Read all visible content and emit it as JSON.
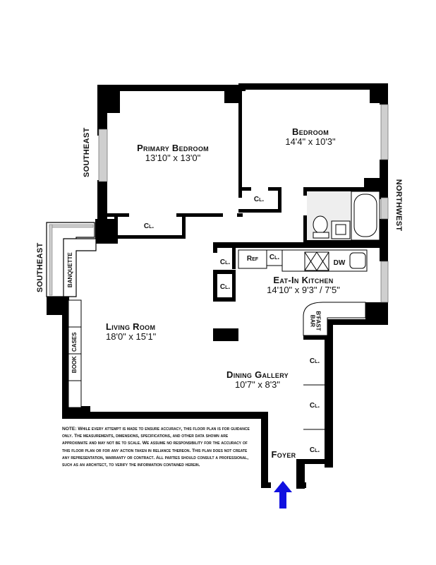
{
  "rooms": {
    "primary_bedroom": {
      "name": "Primary Bedroom",
      "dims": "13'10\"  x  13'0\""
    },
    "bedroom": {
      "name": "Bedroom",
      "dims": "14'4\"  x  10'3\""
    },
    "eat_in_kitchen": {
      "name": "Eat-In  Kitchen",
      "dims": "14'10\"  x  9'3\"  /  7'5\""
    },
    "living_room": {
      "name": "Living Room",
      "dims": "18'0\"  x  15'1\""
    },
    "dining_gallery": {
      "name": "Dining Gallery",
      "dims": "10'7\"  x  8'3\""
    },
    "foyer": {
      "name": "Foyer"
    }
  },
  "fixtures": {
    "closet_label": "Cl.",
    "ref": "Ref",
    "dw": "DW",
    "bfast_bar_1": "B'FAST",
    "bfast_bar_2": "BAR",
    "banquette": "BANQUETTE",
    "book": "BOOK",
    "cases": "CASES"
  },
  "orientation": {
    "southeast_upper": "SOUTHEAST",
    "southeast_lower": "SOUTHEAST",
    "northwest": "NORTHWEST"
  },
  "note": "NOTE: While every attempt is made to ensure accuracy, this floor plan is for guidance only. The measurements, dimensions, specifications, and other data shown are approximate and may not be to scale. We assume no responsibility for the accuracy of this floor plan or for any action taken in reliance thereon. This plan does not create any representation, warranty or contract. All parties should consult a professional, such as an architect, to verify the information contained herein.",
  "colors": {
    "wall": "#000000",
    "window": "#d0d0d0",
    "bath_tile": "#eeeeee",
    "entry_arrow": "#1010e0"
  },
  "entry_arrow_icon": "arrow-up-icon"
}
